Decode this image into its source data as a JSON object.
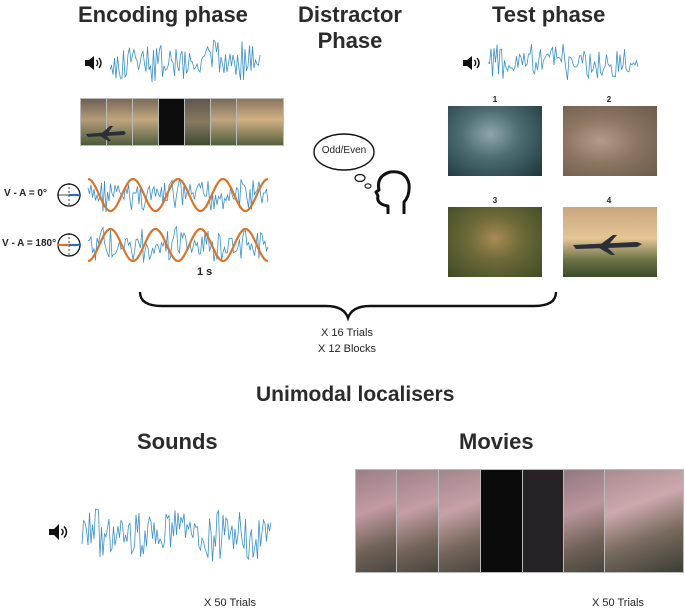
{
  "encoding": {
    "title": "Encoding phase",
    "labels": [
      "V - A = 0°",
      "V - A = 180°"
    ],
    "duration": "1 s"
  },
  "distractor": {
    "title_line1": "Distractor",
    "title_line2": "Phase",
    "bubble": "Odd/Even"
  },
  "test": {
    "title": "Test phase",
    "options": [
      "1",
      "2",
      "3",
      "4"
    ]
  },
  "repetition": {
    "trials": "X 16 Trials",
    "blocks": "X 12 Blocks"
  },
  "localisers": {
    "title": "Unimodal localisers",
    "sounds": {
      "title": "Sounds",
      "trials": "X 50 Trials"
    },
    "movies": {
      "title": "Movies",
      "trials": "X 50 Trials"
    }
  },
  "icons": [
    "speaker-icon",
    "phase-dial-icon",
    "thinking-head-icon"
  ],
  "colors": {
    "waveform": "#3a8fc9",
    "sine": "#d9742a",
    "phase_marker": "#2f6fb0",
    "phase_marker_180": "#d9742a"
  }
}
